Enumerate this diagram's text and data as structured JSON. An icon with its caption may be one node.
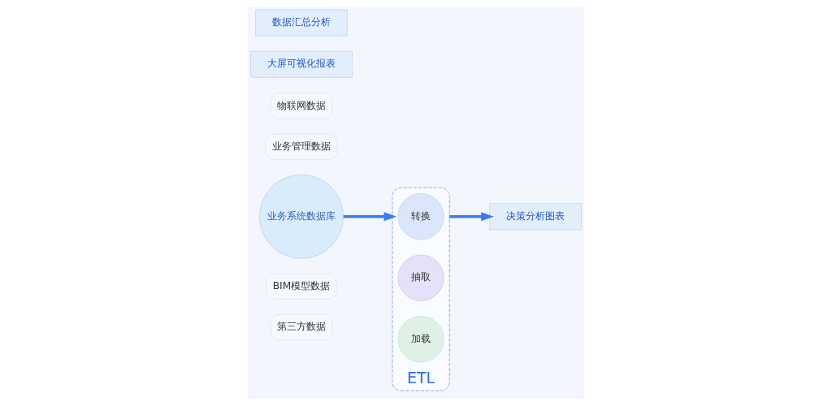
{
  "diagram": {
    "nodes": [
      {
        "text": [
          "第三方数据"
        ]
      },
      {
        "text": [
          "BIM模型数据"
        ]
      },
      {
        "text": [
          "业务系统数据库"
        ]
      },
      {
        "text": [
          "业务管理数据"
        ]
      },
      {
        "text": [
          "物联网数据"
        ]
      },
      {
        "text": [
          "ETL"
        ]
      },
      {
        "text": [
          "转换"
        ],
        "in": 5
      },
      {
        "text": [
          "抽取"
        ],
        "in": 5
      },
      {
        "text": [
          "加载"
        ],
        "in": 5
      },
      {
        "text": [
          "大屏可视化报表"
        ]
      },
      {
        "text": [
          "决策分析图表"
        ]
      },
      {
        "text": [
          "数据汇总分析"
        ]
      }
    ],
    "edges": [
      {
        "from": 2,
        "to": 5,
        "arrow": "to"
      },
      {
        "from": 5,
        "to": 10,
        "arrow": "to"
      }
    ]
  }
}
